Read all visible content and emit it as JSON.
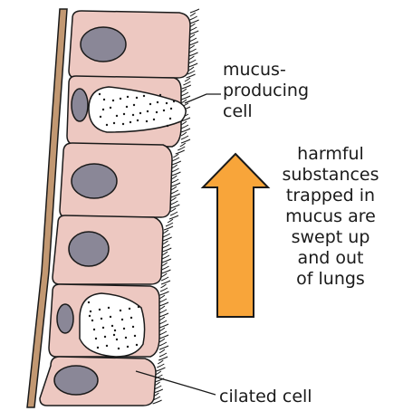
{
  "labels": {
    "mucus_cell": [
      "mucus-",
      "producing",
      "cell"
    ],
    "ciliated_cell": "cilated cell",
    "arrow_caption": [
      "harmful",
      "substances",
      "trapped in",
      "mucus are",
      "swept up",
      "and out",
      "of lungs"
    ]
  },
  "colors": {
    "cell_fill": "#edc8c1",
    "nucleus_fill": "#8a8797",
    "membrane_fill": "#c29872",
    "arrow_fill": "#f8a53a",
    "outline": "#1a1a1a",
    "mucus_fill": "#ffffff"
  }
}
